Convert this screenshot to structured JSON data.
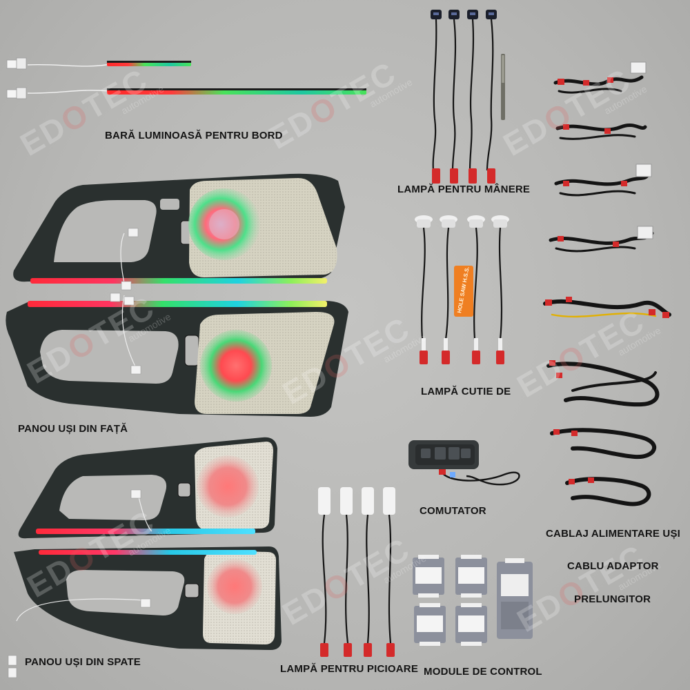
{
  "labels": {
    "dashboard_bar": "BARĂ LUMINOASĂ PENTRU BORD",
    "handle_lamp": "LAMPĂ PENTRU MÂNERE",
    "box_lamp": "LAMPĂ CUTIE DE",
    "front_door_panel": "PANOU UȘI DIN FAȚĂ",
    "switch": "COMUTATOR",
    "door_power_harness": "CABLAJ ALIMENTARE UȘI",
    "adapter_cable": "CABLU ADAPTOR",
    "extension": "PRELUNGITOR",
    "rear_door_panel": "PANOU UȘI DIN SPATE",
    "foot_lamp": "LAMPĂ PENTRU PICIOARE",
    "control_modules": "MODULE DE CONTROL"
  },
  "watermark": {
    "brand_start": "ED",
    "brand_o": "O",
    "brand_end": "TEC",
    "tagline": "automotive"
  },
  "drill_label": "HOLE SAW H.S.S.",
  "colors": {
    "background": "#b9b9b7",
    "panel": "#2a302f",
    "grille": "#d6d3c2",
    "label_box": "#ef7f22",
    "module": "#8c909c"
  }
}
